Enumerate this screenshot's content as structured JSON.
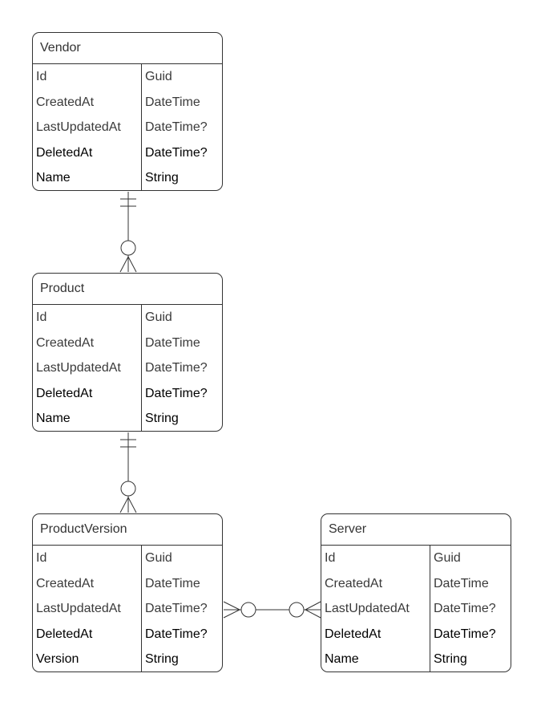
{
  "entities": {
    "vendor": {
      "title": "Vendor",
      "rows": [
        {
          "name": "Id",
          "type": "Guid"
        },
        {
          "name": "CreatedAt",
          "type": "DateTime"
        },
        {
          "name": "LastUpdatedAt",
          "type": "DateTime?"
        },
        {
          "name": "DeletedAt",
          "type": "DateTime?"
        },
        {
          "name": "Name",
          "type": "String"
        }
      ]
    },
    "product": {
      "title": "Product",
      "rows": [
        {
          "name": "Id",
          "type": "Guid"
        },
        {
          "name": "CreatedAt",
          "type": "DateTime"
        },
        {
          "name": "LastUpdatedAt",
          "type": "DateTime?"
        },
        {
          "name": "DeletedAt",
          "type": "DateTime?"
        },
        {
          "name": "Name",
          "type": "String"
        }
      ]
    },
    "productversion": {
      "title": "ProductVersion",
      "rows": [
        {
          "name": "Id",
          "type": "Guid"
        },
        {
          "name": "CreatedAt",
          "type": "DateTime"
        },
        {
          "name": "LastUpdatedAt",
          "type": "DateTime?"
        },
        {
          "name": "DeletedAt",
          "type": "DateTime?"
        },
        {
          "name": "Version",
          "type": "String"
        }
      ]
    },
    "server": {
      "title": "Server",
      "rows": [
        {
          "name": "Id",
          "type": "Guid"
        },
        {
          "name": "CreatedAt",
          "type": "DateTime"
        },
        {
          "name": "LastUpdatedAt",
          "type": "DateTime?"
        },
        {
          "name": "DeletedAt",
          "type": "DateTime?"
        },
        {
          "name": "Name",
          "type": "String"
        }
      ]
    }
  },
  "relationships": [
    {
      "from": "vendor",
      "to": "product",
      "from_cardinality": "exactly-one",
      "to_cardinality": "zero-or-many"
    },
    {
      "from": "product",
      "to": "productversion",
      "from_cardinality": "exactly-one",
      "to_cardinality": "zero-or-many"
    },
    {
      "from": "productversion",
      "to": "server",
      "from_cardinality": "zero-or-many",
      "to_cardinality": "zero-or-many"
    }
  ],
  "colors": {
    "line": "#333333",
    "text_muted": "#3a3a3a",
    "text_strong": "#000000",
    "background": "#ffffff"
  }
}
